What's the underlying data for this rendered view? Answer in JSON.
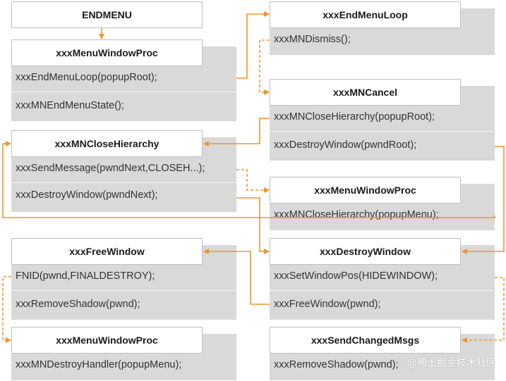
{
  "colors": {
    "arrow": "#f0952a",
    "panel": "#d9d9d9"
  },
  "endmenu": "ENDMENU",
  "boxes": {
    "menu_window_proc_1": {
      "title": "xxxMenuWindowProc",
      "lines": [
        "xxxEndMenuLoop(popupRoot);",
        "xxxMNEndMenuState();"
      ]
    },
    "end_menu_loop": {
      "title": "xxxEndMenuLoop",
      "lines": [
        "xxxMNDismiss();"
      ]
    },
    "mn_cancel": {
      "title": "xxxMNCancel",
      "lines": [
        "xxxMNCloseHierarchy(popupRoot);",
        "xxxDestroyWindow(pwndRoot);"
      ]
    },
    "close_hierarchy": {
      "title": "xxxMNCloseHierarchy",
      "lines": [
        "xxxSendMessage(pwndNext,CLOSEH...);",
        "xxxDestroyWindow(pwndNext);"
      ]
    },
    "menu_window_proc_2": {
      "title": "xxxMenuWindowProc",
      "lines": [
        "xxxMNCloseHierarchy(popupMenu);"
      ]
    },
    "free_window": {
      "title": "xxxFreeWindow",
      "lines": [
        "FNID(pwnd,FINALDESTROY);",
        "xxxRemoveShadow(pwnd);"
      ]
    },
    "destroy_window": {
      "title": "xxxDestroyWindow",
      "lines": [
        "xxxSetWindowPos(HIDEWINDOW);",
        "xxxFreeWindow(pwnd);"
      ]
    },
    "menu_window_proc_3": {
      "title": "xxxMenuWindowProc",
      "lines": [
        "xxxMNDestroyHandler(popupMenu);"
      ]
    },
    "send_changed_msgs": {
      "title": "xxxSendChangedMsgs",
      "lines": [
        "xxxRemoveShadow(pwnd);"
      ]
    }
  },
  "watermark": "@稀土掘金技术社区"
}
